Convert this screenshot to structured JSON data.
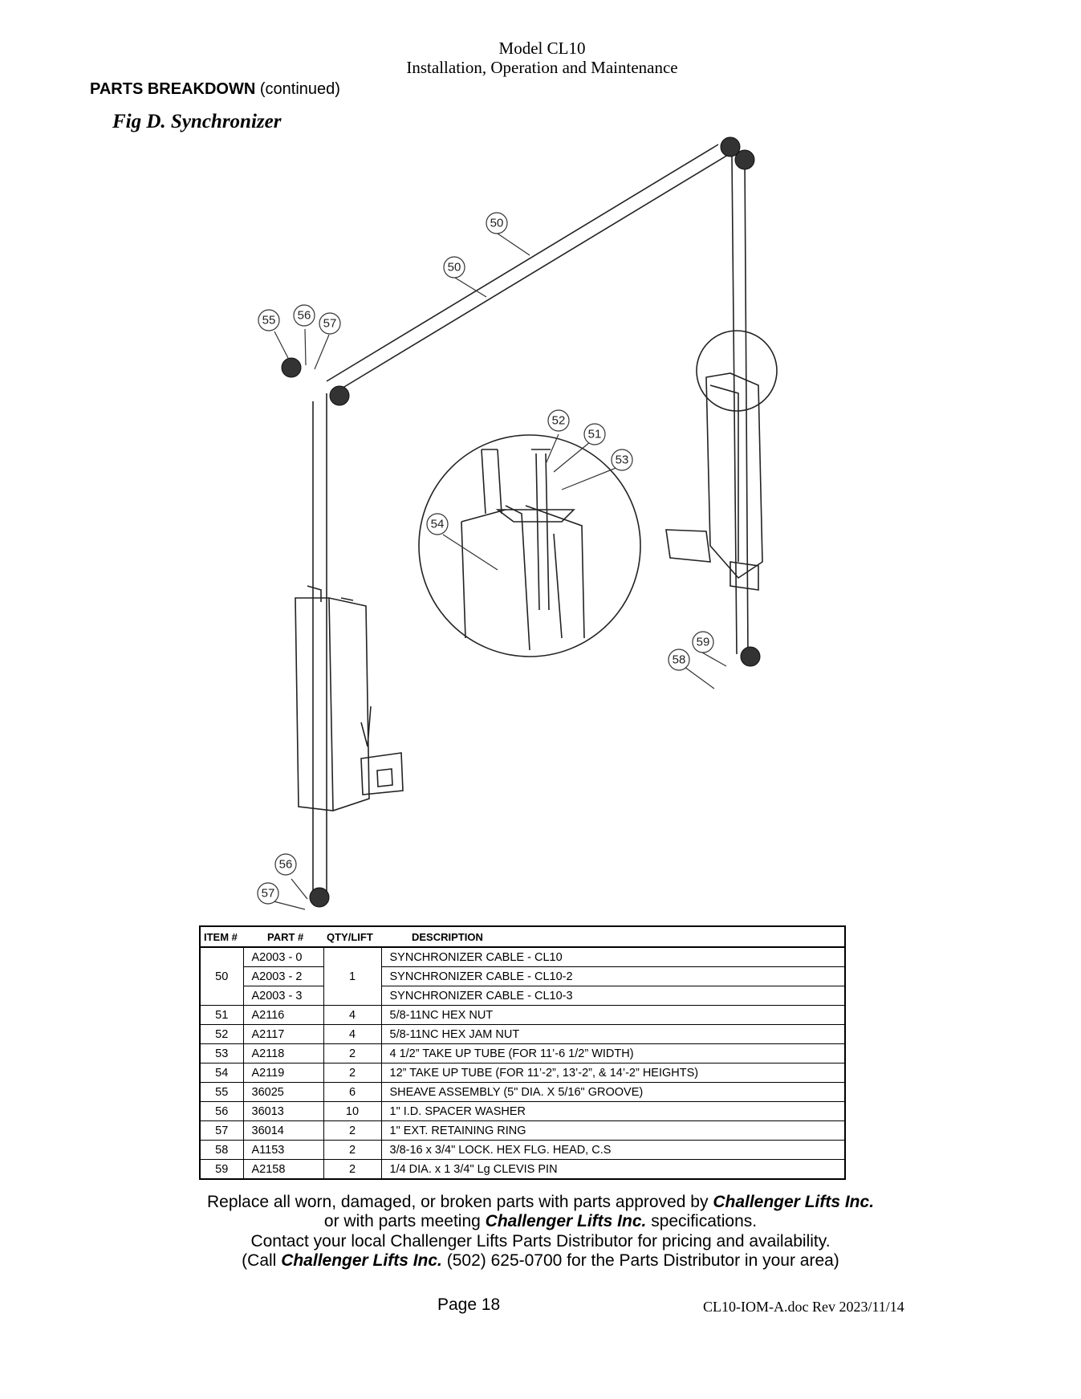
{
  "header": {
    "model": "Model CL10",
    "subtitle": "Installation, Operation and Maintenance"
  },
  "section": {
    "title": "PARTS BREAKDOWN",
    "suffix": "(continued)"
  },
  "figure": {
    "title": "Fig D.  Synchronizer",
    "callouts": [
      "50",
      "50",
      "55",
      "56",
      "57",
      "52",
      "51",
      "53",
      "54",
      "59",
      "58",
      "56",
      "57"
    ]
  },
  "table": {
    "headers": [
      "ITEM #",
      "PART #",
      "QTY/LIFT",
      "DESCRIPTION"
    ],
    "group50": {
      "item": "50",
      "qty": "1",
      "rows": [
        {
          "part": "A2003 - 0",
          "desc": "SYNCHRONIZER CABLE - CL10"
        },
        {
          "part": "A2003 - 2",
          "desc": "SYNCHRONIZER CABLE - CL10-2"
        },
        {
          "part": "A2003 - 3",
          "desc": "SYNCHRONIZER CABLE - CL10-3"
        }
      ]
    },
    "rows": [
      {
        "item": "51",
        "part": "A2116",
        "qty": "4",
        "desc": "5/8-11NC HEX NUT"
      },
      {
        "item": "52",
        "part": "A2117",
        "qty": "4",
        "desc": "5/8-11NC HEX JAM NUT"
      },
      {
        "item": "53",
        "part": "A2118",
        "qty": "2",
        "desc": "4 1/2” TAKE UP TUBE (FOR 11’-6 1/2” WIDTH)"
      },
      {
        "item": "54",
        "part": "A2119",
        "qty": "2",
        "desc": "12” TAKE UP TUBE (FOR 11’-2”, 13’-2”, & 14’-2” HEIGHTS)"
      },
      {
        "item": "55",
        "part": "36025",
        "qty": "6",
        "desc": "SHEAVE ASSEMBLY (5\" DIA. X 5/16\" GROOVE)"
      },
      {
        "item": "56",
        "part": "36013",
        "qty": "10",
        "desc": "1\" I.D. SPACER WASHER"
      },
      {
        "item": "57",
        "part": "36014",
        "qty": "2",
        "desc": "1\" EXT. RETAINING RING"
      },
      {
        "item": "58",
        "part": "A1153",
        "qty": "2",
        "desc": "3/8-16 x 3/4\" LOCK. HEX FLG. HEAD, C.S"
      },
      {
        "item": "59",
        "part": "A2158",
        "qty": "2",
        "desc": "1/4 DIA. x 1 3/4\" Lg CLEVIS PIN"
      }
    ]
  },
  "notes": {
    "line1_pre": "Replace all worn, damaged, or broken parts with parts approved by",
    "line1_brand": "Challenger Lifts Inc.",
    "line2_pre": "or with parts meeting",
    "line2_brand": "Challenger Lifts Inc.",
    "line2_post": "specifications.",
    "line3": "Contact your local Challenger Lifts Parts Distributor for pricing and availability.",
    "line4_pre": "(Call",
    "line4_brand": "Challenger Lifts Inc.",
    "line4_post": "(502) 625-0700 for the Parts Distributor in your area)"
  },
  "footer": {
    "page": "Page 18",
    "docref": "CL10-IOM-A.doc   Rev 2023/11/14"
  }
}
